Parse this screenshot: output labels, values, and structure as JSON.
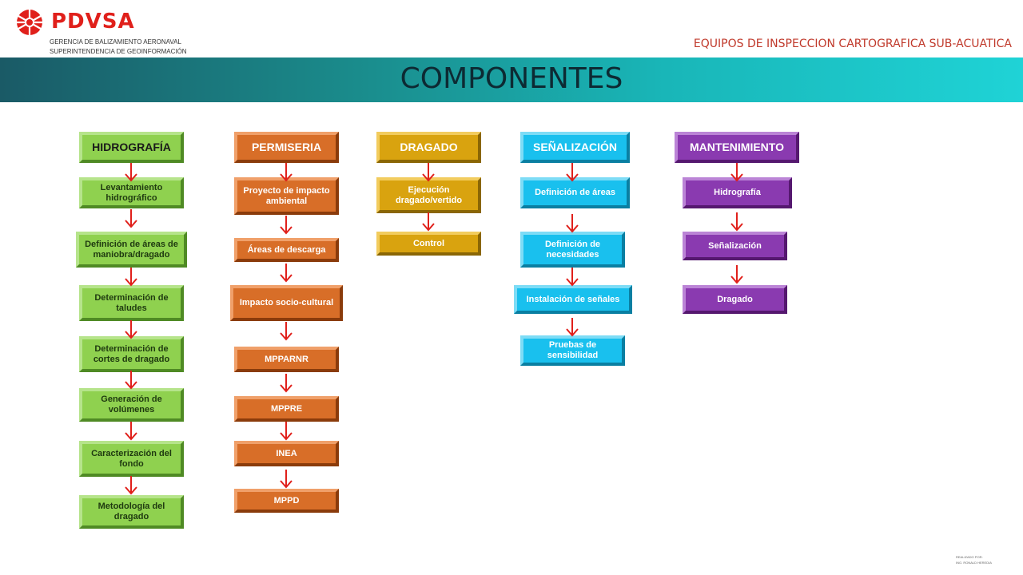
{
  "header": {
    "brand": "PDVSA",
    "org_line1": "GERENCIA DE  BALIZAMIENTO AERONAVAL",
    "org_line2": "SUPERINTENDENCIA DE GEOINFORMACIÓN",
    "subtitle": "EQUIPOS DE INSPECCION CARTOGRAFICA SUB-ACUATICA",
    "banner_title": "COMPONENTES"
  },
  "colors": {
    "brand_red": "#e0201b",
    "arrow_red": "#e0201b",
    "hidrografia": "#8fd14f",
    "permiseria": "#d86e28",
    "dragado": "#d9a30f",
    "senalizacion": "#19c0ee",
    "mantenimiento": "#8a3ab0"
  },
  "columns": {
    "hidrografia": {
      "header": "HIDROGRAFÍA",
      "items": [
        "Levantamiento hidrográfico",
        "Definición de áreas de maniobra/dragado",
        "Determinación de taludes",
        "Determinación de cortes de dragado",
        "Generación de volúmenes",
        "Caracterización del fondo",
        "Metodología del dragado"
      ]
    },
    "permiseria": {
      "header": "PERMISERIA",
      "items": [
        "Proyecto de impacto ambiental",
        "Áreas de descarga",
        "Impacto socio-cultural",
        "MPPARNR",
        "MPPRE",
        "INEA",
        "MPPD"
      ]
    },
    "dragado": {
      "header": "DRAGADO",
      "items": [
        "Ejecución dragado/vertido",
        "Control"
      ]
    },
    "senalizacion": {
      "header": "SEÑALIZACIÓN",
      "items": [
        "Definición de áreas",
        "Definición de necesidades",
        "Instalación de señales",
        "Pruebas de sensibilidad"
      ]
    },
    "mantenimiento": {
      "header": "MANTENIMIENTO",
      "items": [
        "Hidrografía",
        "Señalización",
        "Dragado"
      ]
    }
  },
  "footer": {
    "line1": "REALIZADO POR:",
    "line2": "ING. RONALD HEREDIA"
  }
}
